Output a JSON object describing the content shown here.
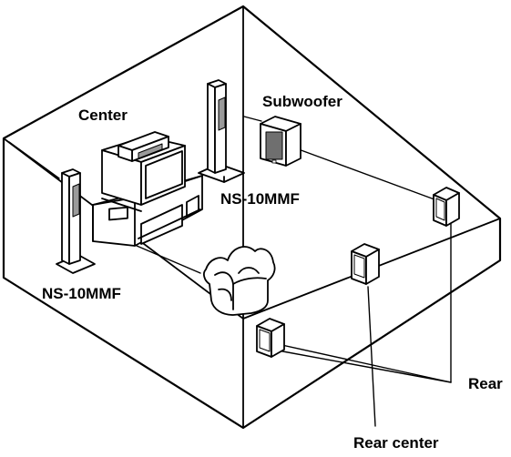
{
  "labels": {
    "center": "Center",
    "subwoofer": "Subwoofer",
    "front_left": "NS-10MMF",
    "front_right": "NS-10MMF",
    "rear": "Rear",
    "rear_center": "Rear center"
  },
  "colors": {
    "stroke": "#000000",
    "background": "#ffffff",
    "speaker_panel": "#9a9a9a",
    "subwoofer_panel": "#6f6f6f"
  }
}
